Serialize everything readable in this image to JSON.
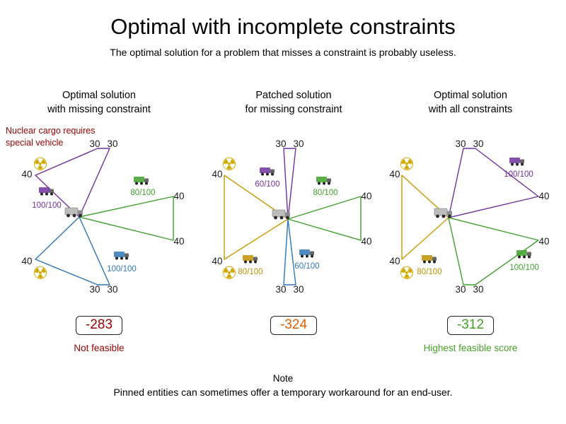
{
  "title": "Optimal with incomplete constraints",
  "subtitle": "The optimal solution for a problem that misses a constraint is probably useless.",
  "annotation": {
    "line1": "Nuclear cargo requires",
    "line2": "special vehicle"
  },
  "icons": {
    "nuclear": "☢"
  },
  "colors": {
    "route_purple": "#7030a0",
    "route_green": "#3fa02c",
    "route_blue": "#2e75b6",
    "route_gold": "#cc9900",
    "infeasible_red": "#990000",
    "patched_orange": "#e06000",
    "feasible_green": "#44a025",
    "nuclear_yellow": "#d0a900"
  },
  "panels": [
    {
      "heading1": "Optimal solution",
      "heading2": "with missing constraint",
      "score": "-283",
      "verdict": "Not feasible",
      "labels": {
        "top_left": "40",
        "top1": "30",
        "top2": "30",
        "right_top": "40",
        "right_bottom": "40",
        "bottom_left": "40",
        "bottom1": "30",
        "bottom2": "30"
      },
      "trucks": [
        {
          "capacity": "100/100",
          "color": "#7030a0"
        },
        {
          "capacity": "80/100",
          "color": "#3fa02c"
        },
        {
          "capacity": "100/100",
          "color": "#2e75b6"
        }
      ]
    },
    {
      "heading1": "Patched solution",
      "heading2": "for missing constraint",
      "score": "-324",
      "verdict": "",
      "labels": {
        "top_left": "40",
        "top1": "30",
        "top2": "30",
        "right_top": "40",
        "right_bottom": "40",
        "bottom_left": "40",
        "bottom1": "30",
        "bottom2": "30"
      },
      "trucks": [
        {
          "capacity": "60/100",
          "color": "#7030a0"
        },
        {
          "capacity": "80/100",
          "color": "#3fa02c"
        },
        {
          "capacity": "80/100",
          "color": "#bf9000"
        },
        {
          "capacity": "60/100",
          "color": "#2e75b6"
        }
      ]
    },
    {
      "heading1": "Optimal solution",
      "heading2": "with all constraints",
      "score": "-312",
      "verdict": "Highest feasible score",
      "labels": {
        "top_left": "40",
        "top1": "30",
        "top2": "30",
        "right_top": "40",
        "right_bottom": "40",
        "bottom_left": "40",
        "bottom1": "30",
        "bottom2": "30"
      },
      "trucks": [
        {
          "capacity": "100/100",
          "color": "#7030a0"
        },
        {
          "capacity": "80/100",
          "color": "#bf9000"
        },
        {
          "capacity": "100/100",
          "color": "#3fa02c"
        }
      ]
    }
  ],
  "note": {
    "title": "Note",
    "text": "Pinned entities can sometimes offer a temporary workaround for an end-user."
  }
}
